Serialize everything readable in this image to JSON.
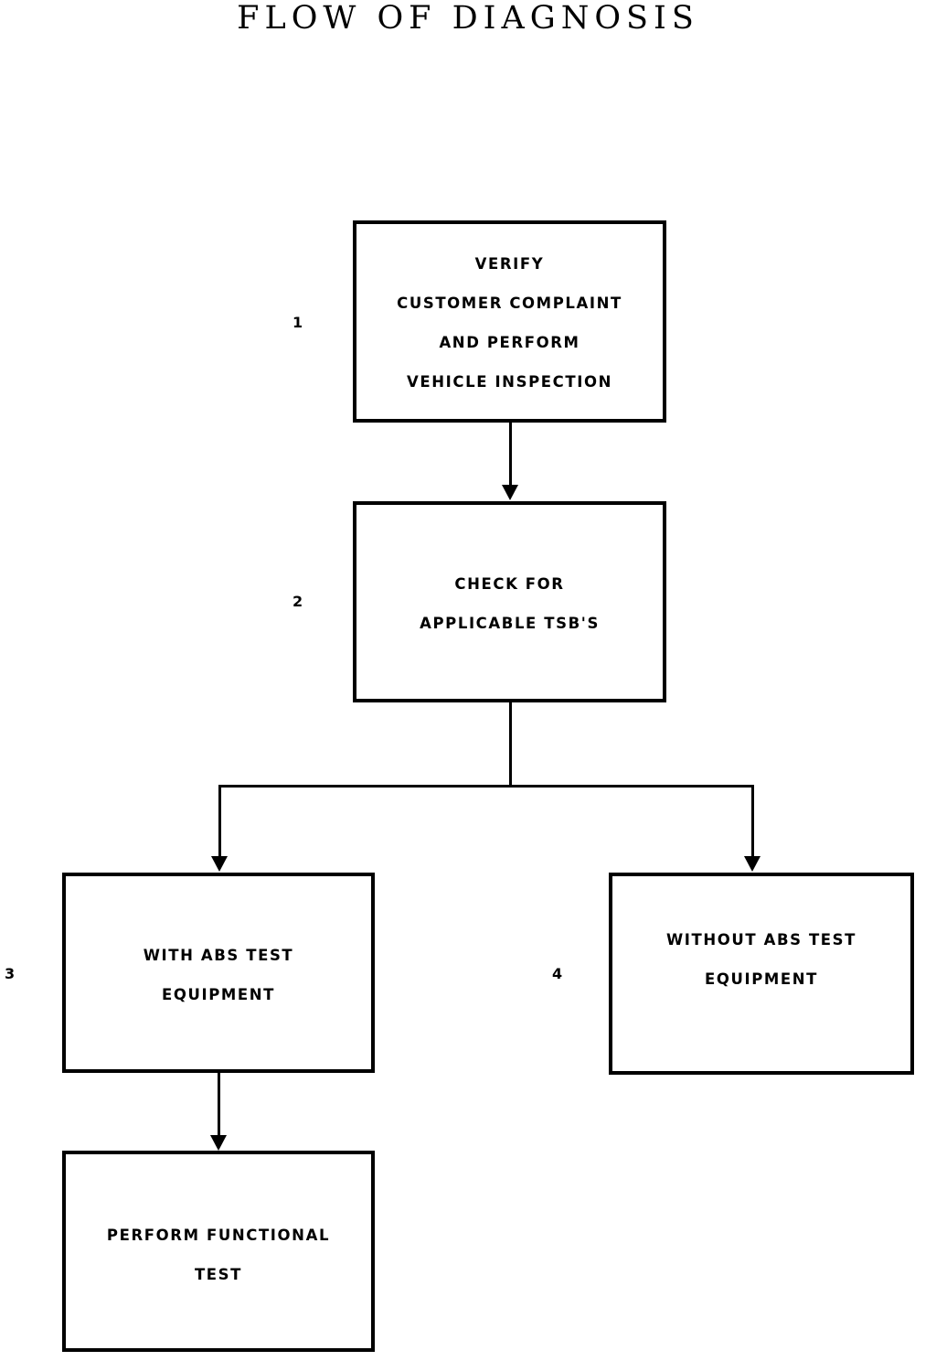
{
  "title": "FLOW OF DIAGNOSIS",
  "nodes": [
    {
      "id": "verify-complaint",
      "number": "1",
      "lines": [
        "VERIFY",
        "CUSTOMER COMPLAINT",
        "AND PERFORM",
        "VEHICLE INSPECTION"
      ]
    },
    {
      "id": "check-tsbs",
      "number": "2",
      "lines": [
        "CHECK FOR",
        "APPLICABLE TSB'S"
      ]
    },
    {
      "id": "with-abs-equipment",
      "number": "3",
      "lines": [
        "WITH ABS TEST",
        "EQUIPMENT"
      ]
    },
    {
      "id": "without-abs-equipment",
      "number": "4",
      "lines": [
        "WITHOUT ABS TEST",
        "EQUIPMENT"
      ]
    },
    {
      "id": "perform-functional-test",
      "number": "",
      "lines": [
        "PERFORM FUNCTIONAL",
        "TEST"
      ]
    }
  ],
  "colors": {
    "ink": "#000000",
    "paper": "#ffffff"
  },
  "chart_data": {
    "type": "diagram",
    "title": "FLOW OF DIAGNOSIS",
    "nodes": [
      {
        "number": "1",
        "label": "VERIFY CUSTOMER COMPLAINT AND PERFORM VEHICLE INSPECTION"
      },
      {
        "number": "2",
        "label": "CHECK FOR APPLICABLE TSB'S"
      },
      {
        "number": "3",
        "label": "WITH ABS TEST EQUIPMENT"
      },
      {
        "number": "4",
        "label": "WITHOUT ABS TEST EQUIPMENT"
      },
      {
        "number": "",
        "label": "PERFORM FUNCTIONAL TEST"
      }
    ],
    "edges": [
      {
        "from": "1",
        "to": "2",
        "style": "arrow"
      },
      {
        "from": "2",
        "to": "3",
        "style": "split-arrow"
      },
      {
        "from": "2",
        "to": "4",
        "style": "split-arrow"
      },
      {
        "from": "3",
        "to": "PERFORM FUNCTIONAL TEST",
        "style": "arrow"
      }
    ]
  }
}
